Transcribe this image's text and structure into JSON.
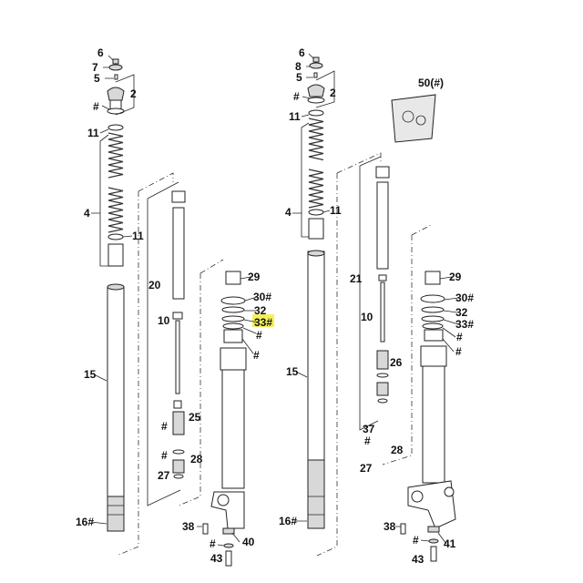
{
  "diagram": {
    "title": "Front fork exploded parts diagram",
    "highlight_color": "#f5f05a",
    "left_fork": {
      "labels": [
        "6",
        "7",
        "5",
        "2",
        "#",
        "11",
        "4",
        "11",
        "15",
        "16#"
      ],
      "damper_labels": [
        "20",
        "10",
        "25",
        "#",
        "#",
        "28",
        "27"
      ],
      "outer_leg_labels": [
        "29",
        "30#",
        "32",
        "33#",
        "#",
        "#",
        "38",
        "40",
        "#",
        "43"
      ]
    },
    "right_fork": {
      "labels": [
        "6",
        "8",
        "5",
        "2",
        "#",
        "11",
        "4",
        "11",
        "15",
        "16#"
      ],
      "damper_labels": [
        "21",
        "10",
        "26",
        "37",
        "#",
        "28",
        "27"
      ],
      "outer_leg_labels": [
        "29",
        "30#",
        "32",
        "33#",
        "#",
        "#",
        "38",
        "41",
        "#",
        "43"
      ]
    },
    "kit_label": "50(#)"
  }
}
